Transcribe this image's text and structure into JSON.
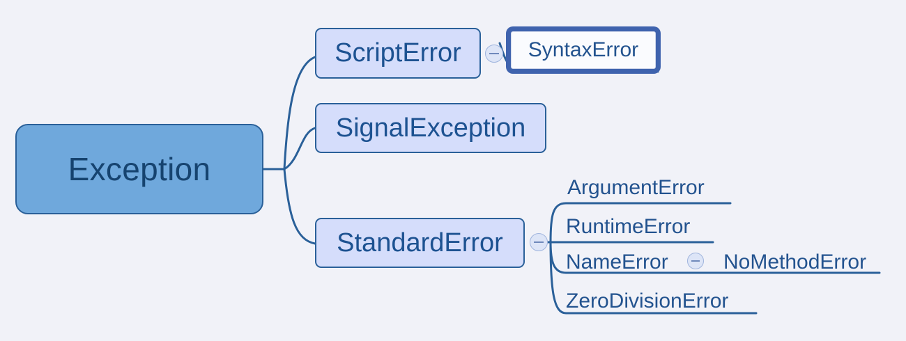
{
  "diagram": {
    "type": "mind-map",
    "title_node": "Exception",
    "background_color": "#f1f2f8",
    "root": {
      "label": "Exception",
      "fill": "#6fa8dc",
      "stroke": "#2a6099",
      "text_color": "#16436f"
    },
    "branches": [
      {
        "label": "ScriptError",
        "fill": "#d5ddfb",
        "stroke": "#2a6099",
        "toggle": "collapse-minus-icon",
        "children": [
          {
            "label": "SyntaxError",
            "selected": true,
            "highlight_color": "#3f63ae"
          }
        ]
      },
      {
        "label": "SignalException",
        "fill": "#d5ddfb",
        "stroke": "#2a6099",
        "toggle": null,
        "children": []
      },
      {
        "label": "StandardError",
        "fill": "#d5ddfb",
        "stroke": "#2a6099",
        "toggle": "collapse-minus-icon",
        "children": [
          {
            "label": "ArgumentError",
            "selected": false
          },
          {
            "label": "RuntimeError",
            "selected": false
          },
          {
            "label": "NameError",
            "selected": false,
            "toggle": "collapse-minus-icon",
            "children": [
              {
                "label": "NoMethodError",
                "selected": false
              }
            ]
          },
          {
            "label": "ZeroDivisionError",
            "selected": false
          }
        ]
      }
    ],
    "line_color": "#2a6099",
    "leaf_text_color": "#23538f"
  }
}
